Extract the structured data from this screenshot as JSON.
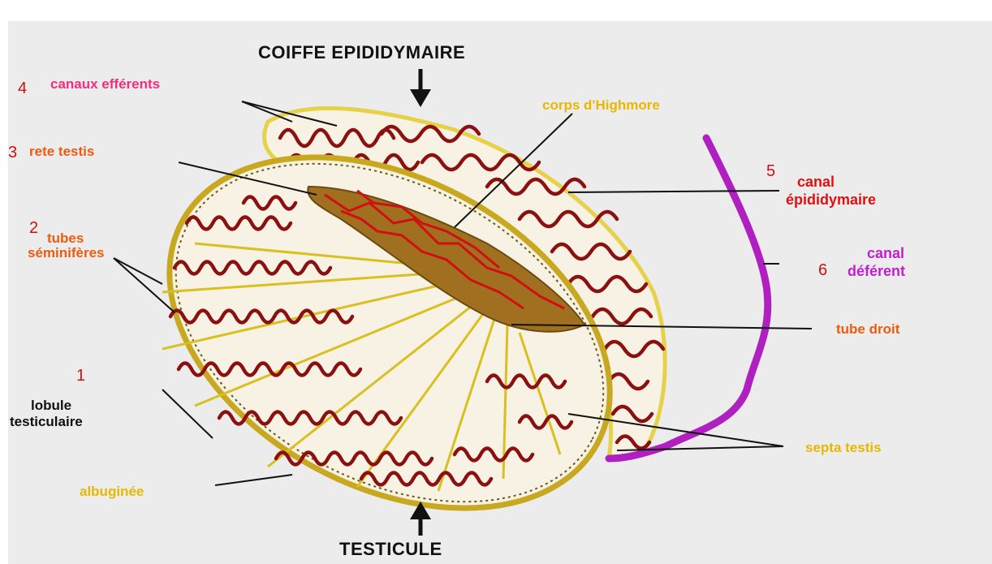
{
  "labels": {
    "coiffe": "COIFFE EPIDIDYMAIRE",
    "testicule": "TESTICULE",
    "canaux_efferents": "canaux efférents",
    "corps_highmore": "corps d'Highmore",
    "rete_testis": "rete testis",
    "canal_epi_1": "canal",
    "canal_epi_2": "épididymaire",
    "tubes_sem_1": "tubes",
    "tubes_sem_2": "séminifères",
    "canal_def_1": "canal",
    "canal_def_2": "déférent",
    "tube_droit": "tube droit",
    "lobule_1": "lobule",
    "lobule_2": "testiculaire",
    "septa_testis": "septa testis",
    "albuginee": "albuginée"
  },
  "numbers": {
    "n1": "1",
    "n2": "2",
    "n3": "3",
    "n4": "4",
    "n5": "5",
    "n6": "6"
  },
  "colors": {
    "background": "#ececec",
    "tubule": "#8b1010",
    "capsule_gold": "#d8c020",
    "vas_deferens": "#b020c0",
    "rete": "#c08020"
  }
}
